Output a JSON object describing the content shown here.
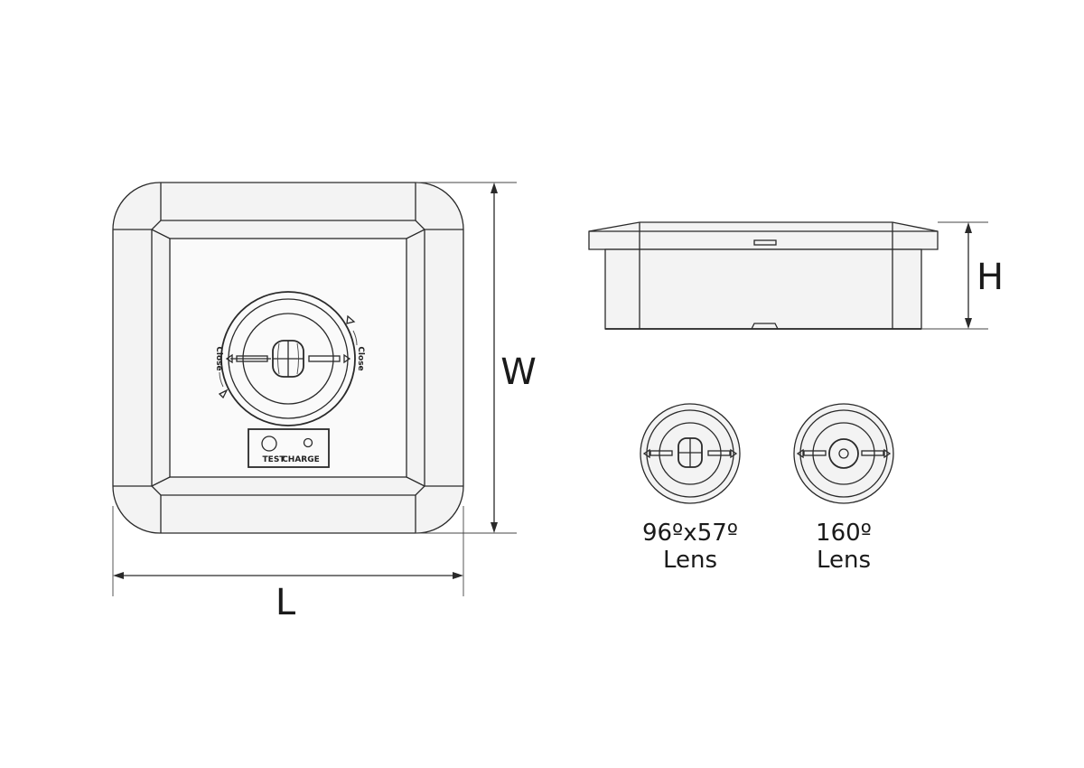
{
  "dimensions": {
    "width_label": "W",
    "length_label": "L",
    "height_label": "H"
  },
  "front_view": {
    "button_labels": [
      "TEST",
      "CHARGE"
    ],
    "rotation_left": "Close",
    "rotation_right": "Close"
  },
  "lenses": [
    {
      "angle": "96ºx57º",
      "name": "Lens"
    },
    {
      "angle": "160º",
      "name": "Lens"
    }
  ],
  "colors": {
    "line": "#2a2a2a",
    "face": "#f3f3f3",
    "background": "#ffffff"
  }
}
